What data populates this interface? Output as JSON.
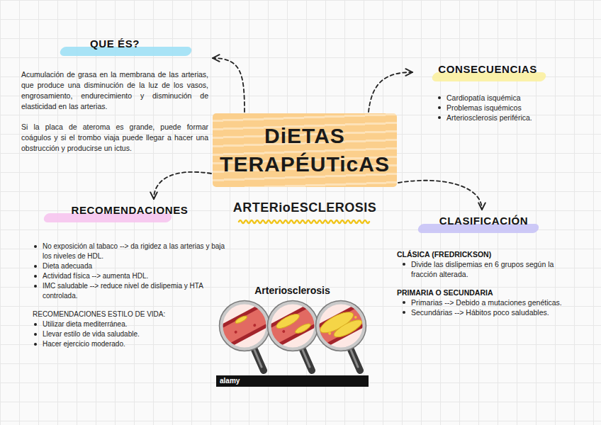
{
  "diagram": {
    "nodes": [
      {
        "text": [
          "QUE ÉS?",
          "Acumulación de grasa en la membrana de las arterias, que produce una disminución de la luz de los vasos, engrosamiento, endurecimiento y disminución de elasticidad en las arterias.",
          "Si la placa de ateroma es grande, puede formar coágulos y si el trombo viaja puede llegar a hacer una obstrucción y producirse un ictus."
        ]
      },
      {
        "text": [
          "CONSECUENCIAS",
          "Cardiopatía isquémica",
          "Problemas isquémicos",
          "Arteriosclerosis periférica."
        ]
      },
      {
        "text": [
          "DiETAS TERAPÉUTicAS",
          "ARTERioESCLEROSIS"
        ]
      },
      {
        "text": [
          "RECOMENDACIONES",
          "No exposición al tabaco --> da rigidez a las arterias y baja los niveles de HDL.",
          "Dieta adecuada",
          "Actividad física --> aumenta HDL.",
          "IMC saludable --> reduce nivel de dislipemia y HTA controlada.",
          "RECOMENDACIONES ESTILO DE VIDA:",
          "Utilizar dieta mediterránea.",
          "Llevar estilo de vida saludable.",
          "Hacer ejercicio moderado."
        ]
      },
      {
        "text": [
          "CLASIFICACIÓN",
          "CLÁSICA (FREDRICKSON)",
          "Divide las dislipemias en 6 grupos según la fracción alterada.",
          "PRIMARIA O SECUNDARIA",
          "Primarias --> Debido a mutaciones genéticas.",
          "Secundárias --> Hábitos poco saludables."
        ]
      }
    ],
    "edges": [
      {
        "from": 2,
        "to": 0,
        "arrow": "to"
      },
      {
        "from": 2,
        "to": 1,
        "arrow": "to"
      },
      {
        "from": 2,
        "to": 3,
        "arrow": "to"
      },
      {
        "from": 2,
        "to": 4,
        "arrow": "to"
      }
    ],
    "labels": [
      "Arteriosclerosis",
      "alamy"
    ]
  }
}
